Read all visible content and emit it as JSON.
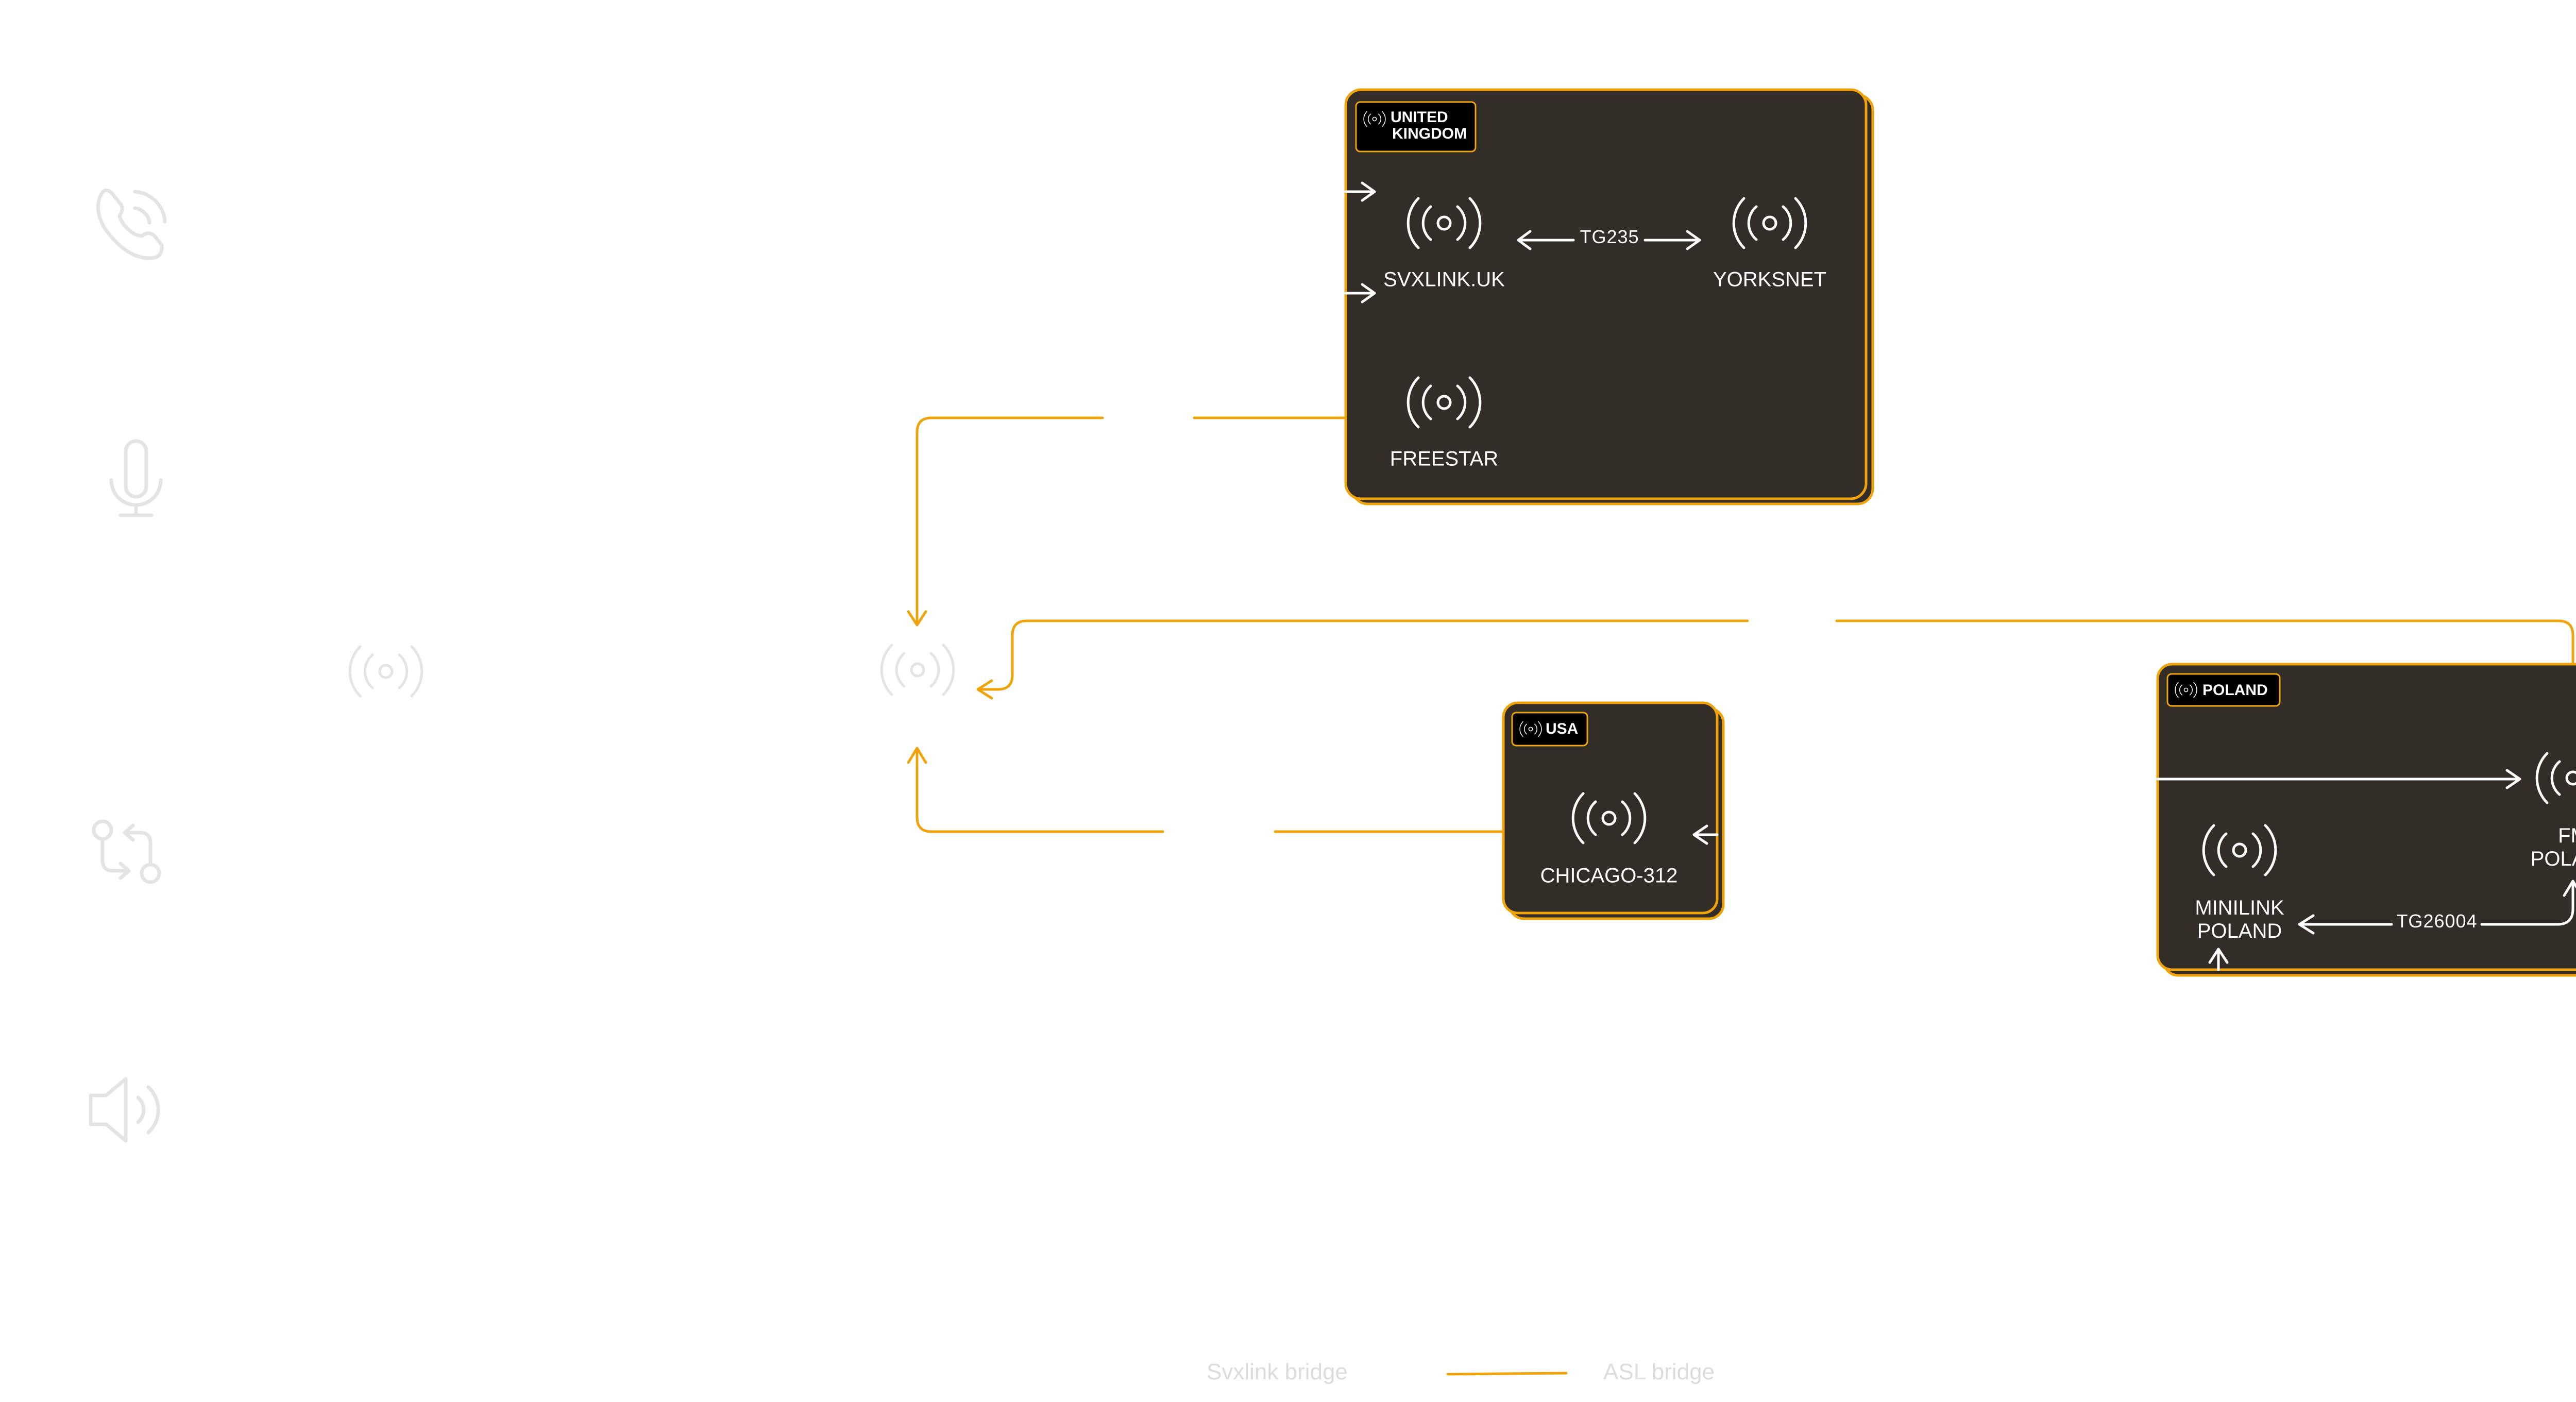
{
  "colors": {
    "accent": "#F0A30A",
    "box_fill": "#322E27",
    "node_white": "#FFFFFF",
    "faint": "#E4E4E4"
  },
  "side_icons": [
    "phone-call-icon",
    "microphone-icon",
    "git-compare-icon",
    "speaker-icon"
  ],
  "hub": {
    "icon": "radio-tower-icon"
  },
  "groups": {
    "uk": {
      "badge": [
        "UNITED",
        "KINGDOM"
      ],
      "nodes": {
        "svxlink_uk": "SVXLINK.UK",
        "yorksnet": "YORKSNET",
        "freestar": "FREESTAR"
      },
      "tg": "TG235"
    },
    "usa": {
      "badge": [
        "USA"
      ],
      "nodes": {
        "chicago": "CHICAGO-312"
      }
    },
    "poland": {
      "badge": [
        "POLAND"
      ],
      "nodes": {
        "fm_poland": [
          "FM",
          "POLAND"
        ],
        "minilink_poland": [
          "MINILINK",
          "POLAND"
        ]
      },
      "tg": "TG26004"
    }
  },
  "legend": {
    "svxlink": "Svxlink bridge",
    "asl": "ASL bridge"
  }
}
